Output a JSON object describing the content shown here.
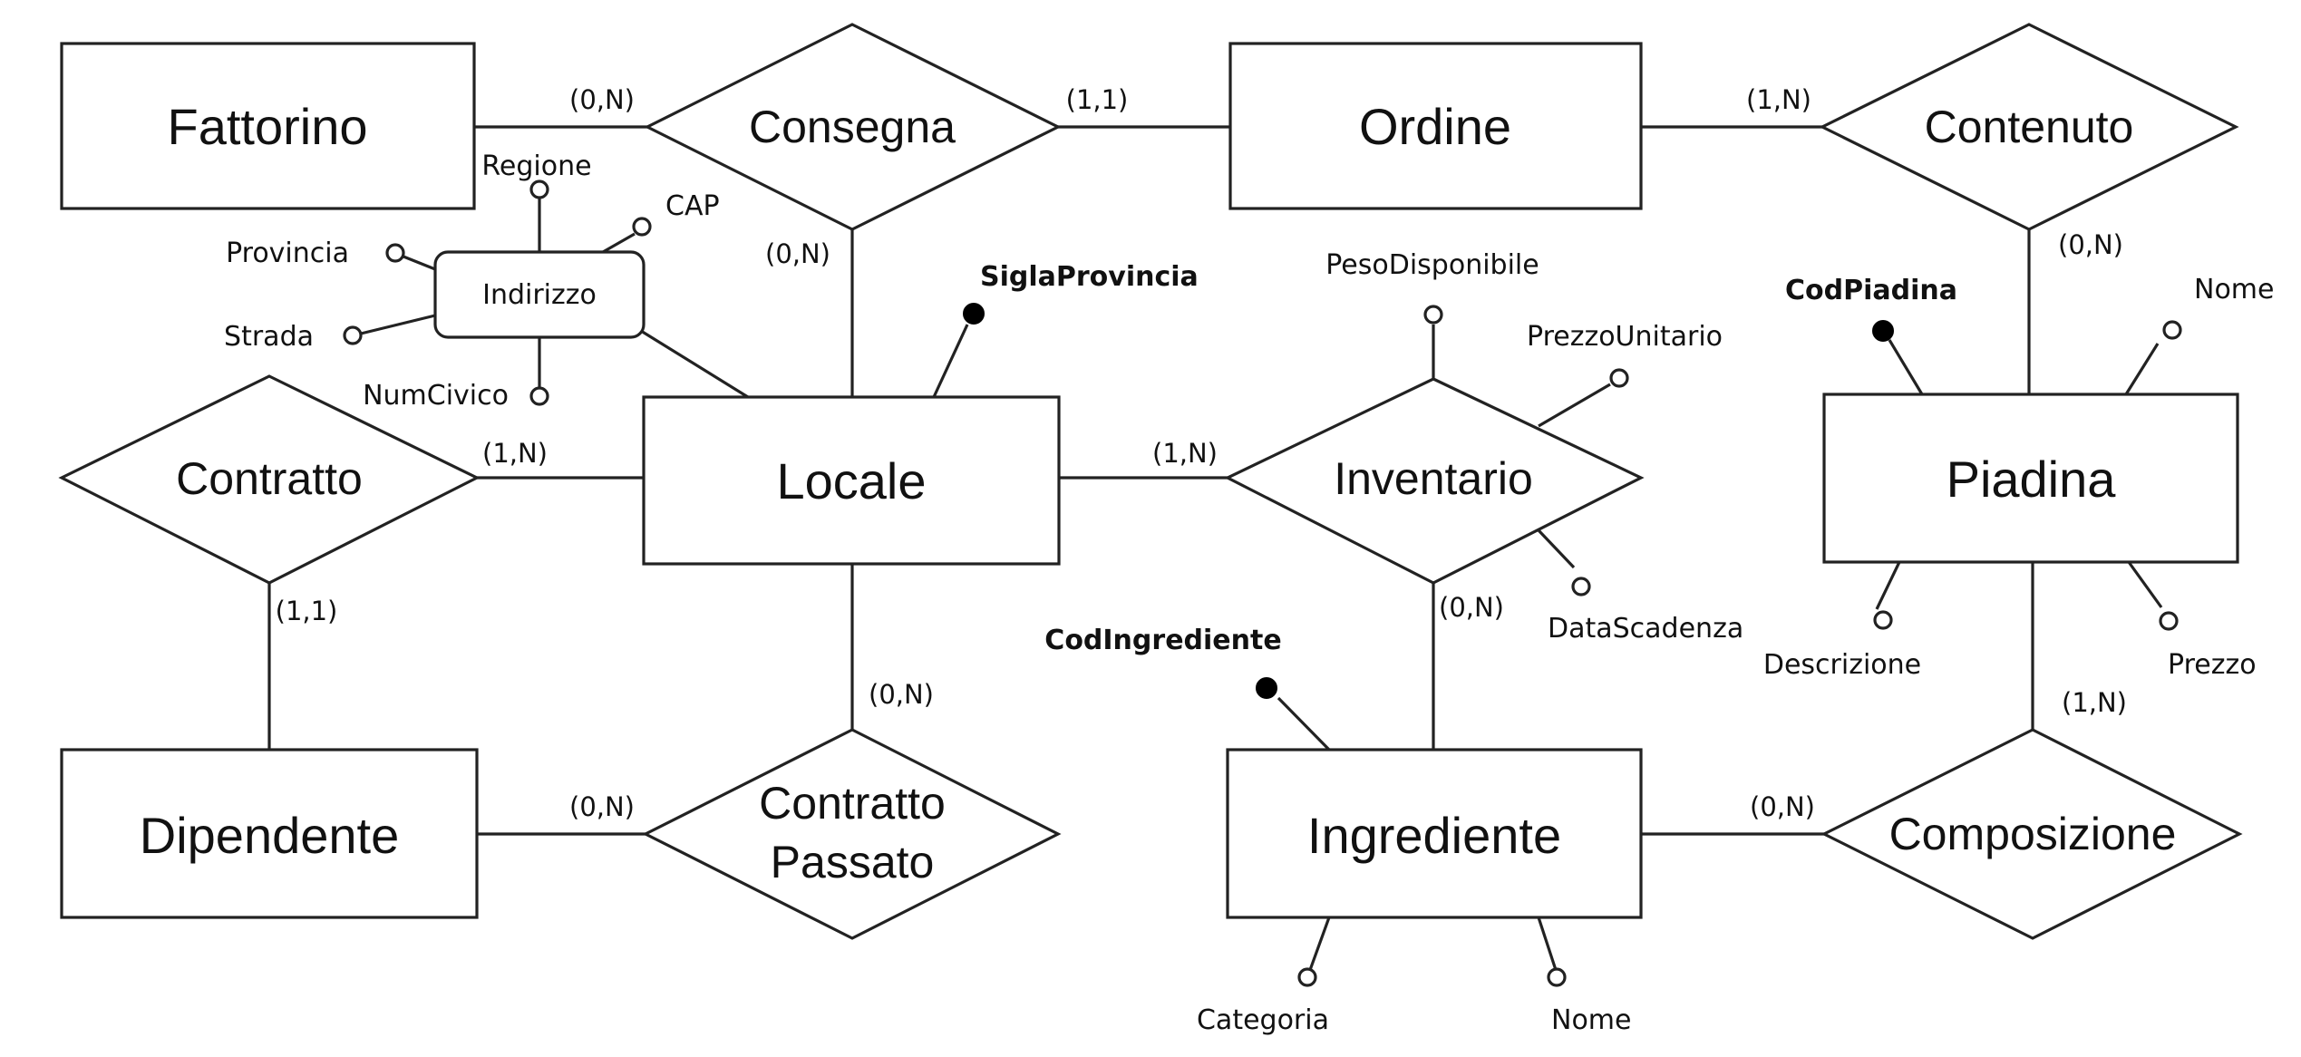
{
  "entities": {
    "fattorino": "Fattorino",
    "ordine": "Ordine",
    "locale": "Locale",
    "piadina": "Piadina",
    "dipendente": "Dipendente",
    "ingrediente": "Ingrediente"
  },
  "relationships": {
    "consegna": "Consegna",
    "contenuto": "Contenuto",
    "contratto": "Contratto",
    "inventario": "Inventario",
    "contratto_passato_line1": "Contratto",
    "contratto_passato_line2": "Passato",
    "composizione": "Composizione"
  },
  "composite_attribute": {
    "name": "Indirizzo",
    "parts": {
      "regione": "Regione",
      "cap": "CAP",
      "provincia": "Provincia",
      "strada": "Strada",
      "numcivico": "NumCivico"
    }
  },
  "attributes": {
    "sigla_provincia": "SiglaProvincia",
    "peso_disponibile": "PesoDisponibile",
    "prezzo_unitario": "PrezzoUnitario",
    "data_scadenza": "DataScadenza",
    "cod_piadina": "CodPiadina",
    "nome_piadina": "Nome",
    "descrizione": "Descrizione",
    "prezzo": "Prezzo",
    "cod_ingrediente": "CodIngrediente",
    "categoria": "Categoria",
    "nome_ingrediente": "Nome"
  },
  "cardinalities": {
    "fattorino_consegna": "(0,N)",
    "consegna_ordine": "(1,1)",
    "consegna_locale": "(0,N)",
    "ordine_contenuto": "(1,N)",
    "contenuto_piadina": "(0,N)",
    "contratto_locale": "(1,N)",
    "contratto_dipendente": "(1,1)",
    "locale_inventario": "(1,N)",
    "inventario_ingrediente": "(0,N)",
    "locale_contratto_passato": "(0,N)",
    "dipendente_contratto_passato": "(0,N)",
    "piadina_composizione": "(1,N)",
    "ingrediente_composizione": "(0,N)"
  }
}
